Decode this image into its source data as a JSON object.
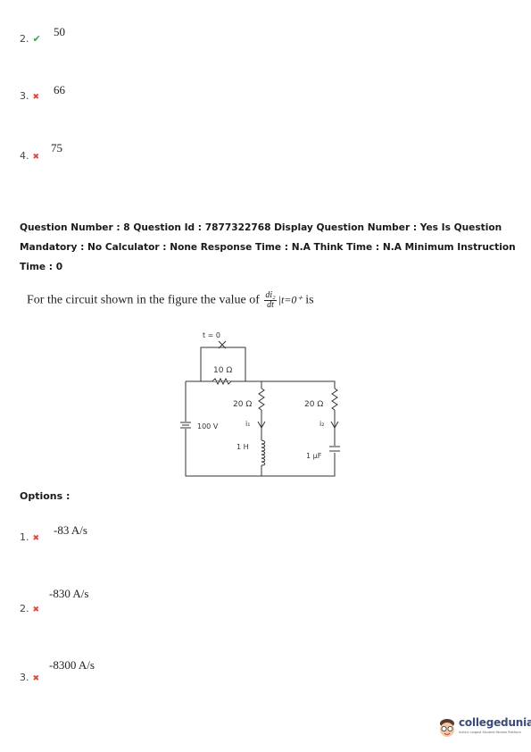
{
  "prev_options": [
    {
      "number": "2.",
      "status": "correct",
      "text": "50"
    },
    {
      "number": "3.",
      "status": "wrong",
      "text": "66"
    },
    {
      "number": "4.",
      "status": "wrong",
      "text": "75"
    }
  ],
  "question": {
    "meta_line1": "Question Number : 8 Question Id : 7877322768 Display Question Number : Yes Is Question",
    "meta_line2": "Mandatory : No Calculator : None Response Time : N.A Think Time : N.A Minimum Instruction",
    "meta_line3": "Time : 0",
    "text_before": "For the circuit shown in the figure the value of",
    "frac_num": "di₂",
    "frac_den": "dt",
    "evaluated_at": "|t=0⁺",
    "text_after": "is"
  },
  "circuit": {
    "switch_label": "t = 0",
    "r1_label": "10 Ω",
    "r2_label": "20 Ω",
    "r3_label": "20 Ω",
    "source_label": "100 V",
    "i1_label": "i₁",
    "i2_label": "i₂",
    "inductor_label": "1 H",
    "capacitor_label": "1 μF"
  },
  "options_label": "Options :",
  "options": [
    {
      "number": "1.",
      "status": "wrong",
      "text": "-83 A/s"
    },
    {
      "number": "2.",
      "status": "wrong",
      "text": "-830 A/s"
    },
    {
      "number": "3.",
      "status": "wrong",
      "text": "-8300 A/s"
    }
  ],
  "logo": {
    "name": "collegedunia",
    "tagline": "India's Largest Student Review Platform"
  },
  "marks": {
    "correct": "✔",
    "wrong": "✖"
  },
  "colors": {
    "correct": "#3aa357",
    "wrong": "#e0473c",
    "logo": "#3b4b7a"
  }
}
